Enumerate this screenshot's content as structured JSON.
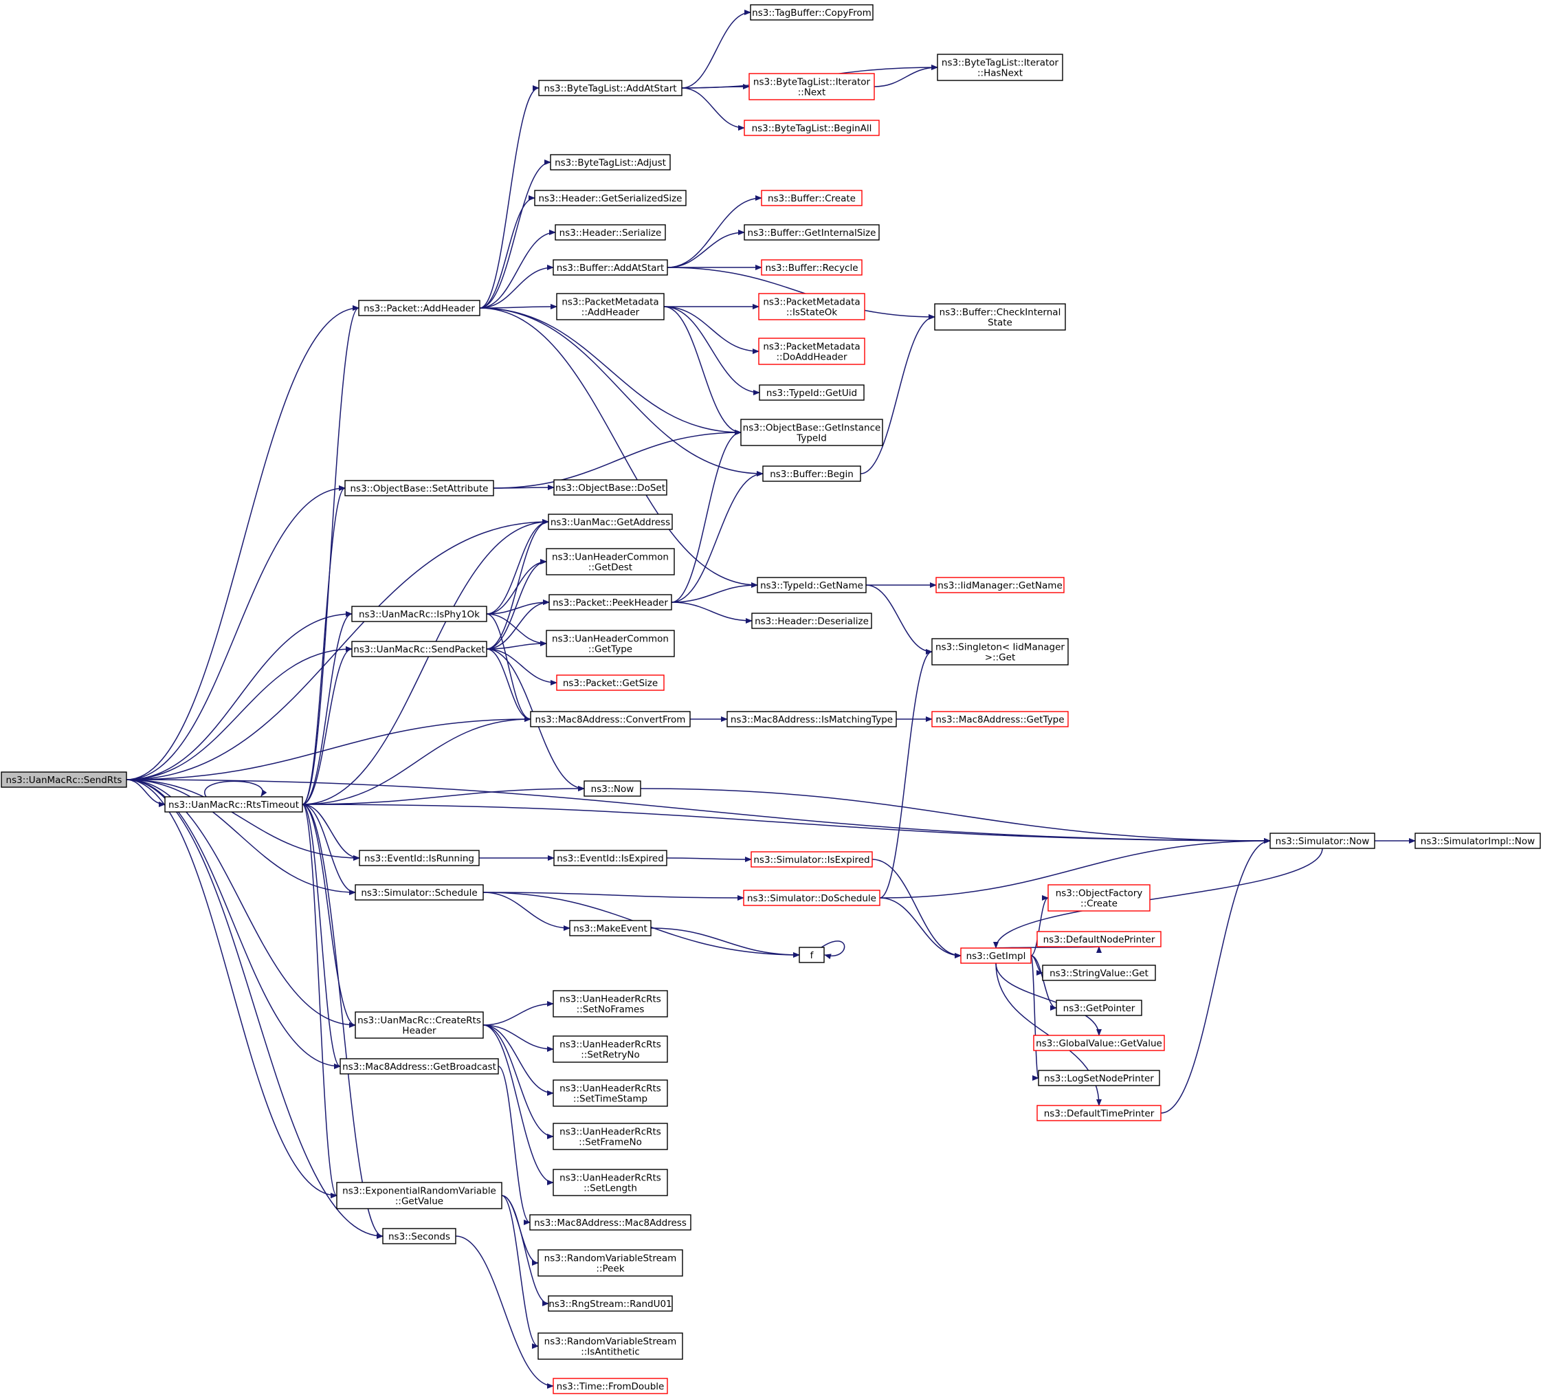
{
  "graph": {
    "title": "",
    "colors": {
      "edge": "#191970",
      "node_border": "#000000",
      "node_border_truncated": "#ff0000",
      "node_fill": "#ffffff",
      "root_fill": "#bfbfbf"
    },
    "nodes": [
      {
        "id": "root",
        "lines": [
          "ns3::UanMacRc::SendRts"
        ],
        "style": "root"
      },
      {
        "id": "tagbuffer_copyfrom",
        "lines": [
          "ns3::TagBuffer::CopyFrom"
        ],
        "style": "normal"
      },
      {
        "id": "btl_iterator_hasnext",
        "lines": [
          "ns3::ByteTagList::Iterator",
          "::HasNext"
        ],
        "style": "normal"
      },
      {
        "id": "btl_addatstart",
        "lines": [
          "ns3::ByteTagList::AddAtStart"
        ],
        "style": "normal"
      },
      {
        "id": "btl_iterator_next",
        "lines": [
          "ns3::ByteTagList::Iterator",
          "::Next"
        ],
        "style": "truncated"
      },
      {
        "id": "btl_beginall",
        "lines": [
          "ns3::ByteTagList::BeginAll"
        ],
        "style": "truncated"
      },
      {
        "id": "btl_adjust",
        "lines": [
          "ns3::ByteTagList::Adjust"
        ],
        "style": "normal"
      },
      {
        "id": "header_getserializedsize",
        "lines": [
          "ns3::Header::GetSerializedSize"
        ],
        "style": "normal"
      },
      {
        "id": "buffer_create",
        "lines": [
          "ns3::Buffer::Create"
        ],
        "style": "truncated"
      },
      {
        "id": "header_serialize",
        "lines": [
          "ns3::Header::Serialize"
        ],
        "style": "normal"
      },
      {
        "id": "buffer_getinternalsize",
        "lines": [
          "ns3::Buffer::GetInternalSize"
        ],
        "style": "normal"
      },
      {
        "id": "buffer_addatstart",
        "lines": [
          "ns3::Buffer::AddAtStart"
        ],
        "style": "normal"
      },
      {
        "id": "buffer_recycle",
        "lines": [
          "ns3::Buffer::Recycle"
        ],
        "style": "truncated"
      },
      {
        "id": "packet_addheader",
        "lines": [
          "ns3::Packet::AddHeader"
        ],
        "style": "normal"
      },
      {
        "id": "pm_addheader",
        "lines": [
          "ns3::PacketMetadata",
          "::AddHeader"
        ],
        "style": "normal"
      },
      {
        "id": "pm_isstateok",
        "lines": [
          "ns3::PacketMetadata",
          "::IsStateOk"
        ],
        "style": "truncated"
      },
      {
        "id": "buffer_checkinternalstate",
        "lines": [
          "ns3::Buffer::CheckInternal",
          "State"
        ],
        "style": "normal"
      },
      {
        "id": "pm_doaddheader",
        "lines": [
          "ns3::PacketMetadata",
          "::DoAddHeader"
        ],
        "style": "truncated"
      },
      {
        "id": "typeid_getuid",
        "lines": [
          "ns3::TypeId::GetUid"
        ],
        "style": "normal"
      },
      {
        "id": "ob_getinstancetypeid",
        "lines": [
          "ns3::ObjectBase::GetInstance",
          "TypeId"
        ],
        "style": "normal"
      },
      {
        "id": "buffer_begin",
        "lines": [
          "ns3::Buffer::Begin"
        ],
        "style": "normal"
      },
      {
        "id": "ob_setattribute",
        "lines": [
          "ns3::ObjectBase::SetAttribute"
        ],
        "style": "normal"
      },
      {
        "id": "ob_doset",
        "lines": [
          "ns3::ObjectBase::DoSet"
        ],
        "style": "normal"
      },
      {
        "id": "uanmac_getaddress",
        "lines": [
          "ns3::UanMac::GetAddress"
        ],
        "style": "normal"
      },
      {
        "id": "uhc_getdest",
        "lines": [
          "ns3::UanHeaderCommon",
          "::GetDest"
        ],
        "style": "normal"
      },
      {
        "id": "typeid_getname",
        "lines": [
          "ns3::TypeId::GetName"
        ],
        "style": "normal"
      },
      {
        "id": "iidmanager_getname",
        "lines": [
          "ns3::IidManager::GetName"
        ],
        "style": "truncated"
      },
      {
        "id": "packet_peekheader",
        "lines": [
          "ns3::Packet::PeekHeader"
        ],
        "style": "normal"
      },
      {
        "id": "uanmacrc_isphy1ok",
        "lines": [
          "ns3::UanMacRc::IsPhy1Ok"
        ],
        "style": "normal"
      },
      {
        "id": "header_deserialize",
        "lines": [
          "ns3::Header::Deserialize"
        ],
        "style": "normal"
      },
      {
        "id": "uhc_gettype",
        "lines": [
          "ns3::UanHeaderCommon",
          "::GetType"
        ],
        "style": "normal"
      },
      {
        "id": "singleton_get",
        "lines": [
          "ns3::Singleton< IidManager",
          " >::Get"
        ],
        "style": "normal"
      },
      {
        "id": "uanmacrc_sendpacket",
        "lines": [
          "ns3::UanMacRc::SendPacket"
        ],
        "style": "normal"
      },
      {
        "id": "packet_getsize",
        "lines": [
          "ns3::Packet::GetSize"
        ],
        "style": "truncated"
      },
      {
        "id": "mac8_convertfrom",
        "lines": [
          "ns3::Mac8Address::ConvertFrom"
        ],
        "style": "normal"
      },
      {
        "id": "mac8_ismatchingtype",
        "lines": [
          "ns3::Mac8Address::IsMatchingType"
        ],
        "style": "normal"
      },
      {
        "id": "mac8_gettype",
        "lines": [
          "ns3::Mac8Address::GetType"
        ],
        "style": "truncated"
      },
      {
        "id": "ns3_now",
        "lines": [
          "ns3::Now"
        ],
        "style": "normal"
      },
      {
        "id": "uanmacrc_rtstimeout",
        "lines": [
          "ns3::UanMacRc::RtsTimeout"
        ],
        "style": "normal"
      },
      {
        "id": "simulator_now",
        "lines": [
          "ns3::Simulator::Now"
        ],
        "style": "normal"
      },
      {
        "id": "simulatorimpl_now",
        "lines": [
          "ns3::SimulatorImpl::Now"
        ],
        "style": "normal"
      },
      {
        "id": "eventid_isrunning",
        "lines": [
          "ns3::EventId::IsRunning"
        ],
        "style": "normal"
      },
      {
        "id": "eventid_isexpired",
        "lines": [
          "ns3::EventId::IsExpired"
        ],
        "style": "normal"
      },
      {
        "id": "simulator_isexpired",
        "lines": [
          "ns3::Simulator::IsExpired"
        ],
        "style": "truncated"
      },
      {
        "id": "simulator_schedule",
        "lines": [
          "ns3::Simulator::Schedule"
        ],
        "style": "normal"
      },
      {
        "id": "simulator_doschedule",
        "lines": [
          "ns3::Simulator::DoSchedule"
        ],
        "style": "truncated"
      },
      {
        "id": "objectfactory_create",
        "lines": [
          "ns3::ObjectFactory",
          "::Create"
        ],
        "style": "truncated"
      },
      {
        "id": "makeevent",
        "lines": [
          "ns3::MakeEvent"
        ],
        "style": "normal"
      },
      {
        "id": "f",
        "lines": [
          "f"
        ],
        "style": "normal"
      },
      {
        "id": "defaultnodeprinter",
        "lines": [
          "ns3::DefaultNodePrinter"
        ],
        "style": "truncated"
      },
      {
        "id": "getimpl",
        "lines": [
          "ns3::GetImpl"
        ],
        "style": "truncated"
      },
      {
        "id": "stringvalue_get",
        "lines": [
          "ns3::StringValue::Get"
        ],
        "style": "normal"
      },
      {
        "id": "uhrr_setnoframes",
        "lines": [
          "ns3::UanHeaderRcRts",
          "::SetNoFrames"
        ],
        "style": "normal"
      },
      {
        "id": "uanmacrc_creatertsheader",
        "lines": [
          "ns3::UanMacRc::CreateRts",
          "Header"
        ],
        "style": "normal"
      },
      {
        "id": "getpointer",
        "lines": [
          "ns3::GetPointer"
        ],
        "style": "normal"
      },
      {
        "id": "uhrr_setretryno",
        "lines": [
          "ns3::UanHeaderRcRts",
          "::SetRetryNo"
        ],
        "style": "normal"
      },
      {
        "id": "globalvalue_getvalue",
        "lines": [
          "ns3::GlobalValue::GetValue"
        ],
        "style": "truncated"
      },
      {
        "id": "mac8_getbroadcast",
        "lines": [
          "ns3::Mac8Address::GetBroadcast"
        ],
        "style": "normal"
      },
      {
        "id": "logsetnodeprinter",
        "lines": [
          "ns3::LogSetNodePrinter"
        ],
        "style": "normal"
      },
      {
        "id": "uhrr_settimestamp",
        "lines": [
          "ns3::UanHeaderRcRts",
          "::SetTimeStamp"
        ],
        "style": "normal"
      },
      {
        "id": "defaulttimeprinter",
        "lines": [
          "ns3::DefaultTimePrinter"
        ],
        "style": "truncated"
      },
      {
        "id": "uhrr_setframeno",
        "lines": [
          "ns3::UanHeaderRcRts",
          "::SetFrameNo"
        ],
        "style": "normal"
      },
      {
        "id": "uhrr_setlength",
        "lines": [
          "ns3::UanHeaderRcRts",
          "::SetLength"
        ],
        "style": "normal"
      },
      {
        "id": "erv_getvalue",
        "lines": [
          "ns3::ExponentialRandomVariable",
          "::GetValue"
        ],
        "style": "normal"
      },
      {
        "id": "mac8_mac8address",
        "lines": [
          "ns3::Mac8Address::Mac8Address"
        ],
        "style": "normal"
      },
      {
        "id": "seconds",
        "lines": [
          "ns3::Seconds"
        ],
        "style": "normal"
      },
      {
        "id": "rvs_peek",
        "lines": [
          "ns3::RandomVariableStream",
          "::Peek"
        ],
        "style": "normal"
      },
      {
        "id": "rngstream_randu01",
        "lines": [
          "ns3::RngStream::RandU01"
        ],
        "style": "normal"
      },
      {
        "id": "rvs_isantithetic",
        "lines": [
          "ns3::RandomVariableStream",
          "::IsAntithetic"
        ],
        "style": "normal"
      },
      {
        "id": "time_fromdouble",
        "lines": [
          "ns3::Time::FromDouble"
        ],
        "style": "truncated"
      }
    ],
    "edges": [
      [
        "root",
        "packet_addheader"
      ],
      [
        "root",
        "ob_setattribute"
      ],
      [
        "root",
        "uanmac_getaddress"
      ],
      [
        "root",
        "uanmacrc_isphy1ok"
      ],
      [
        "root",
        "uanmacrc_sendpacket"
      ],
      [
        "root",
        "mac8_convertfrom"
      ],
      [
        "root",
        "simulator_now"
      ],
      [
        "root",
        "uanmacrc_rtstimeout"
      ],
      [
        "root",
        "eventid_isrunning"
      ],
      [
        "root",
        "simulator_schedule"
      ],
      [
        "root",
        "uanmacrc_creatertsheader"
      ],
      [
        "root",
        "mac8_getbroadcast"
      ],
      [
        "root",
        "erv_getvalue"
      ],
      [
        "root",
        "seconds"
      ],
      [
        "btl_addatstart",
        "tagbuffer_copyfrom"
      ],
      [
        "btl_addatstart",
        "btl_iterator_hasnext"
      ],
      [
        "btl_addatstart",
        "btl_iterator_next"
      ],
      [
        "btl_addatstart",
        "btl_beginall"
      ],
      [
        "btl_iterator_next",
        "btl_iterator_hasnext"
      ],
      [
        "packet_addheader",
        "btl_addatstart"
      ],
      [
        "packet_addheader",
        "btl_adjust"
      ],
      [
        "packet_addheader",
        "header_getserializedsize"
      ],
      [
        "packet_addheader",
        "header_serialize"
      ],
      [
        "packet_addheader",
        "buffer_addatstart"
      ],
      [
        "packet_addheader",
        "pm_addheader"
      ],
      [
        "packet_addheader",
        "ob_getinstancetypeid"
      ],
      [
        "packet_addheader",
        "buffer_begin"
      ],
      [
        "packet_addheader",
        "typeid_getname"
      ],
      [
        "buffer_addatstart",
        "buffer_create"
      ],
      [
        "buffer_addatstart",
        "buffer_getinternalsize"
      ],
      [
        "buffer_addatstart",
        "buffer_recycle"
      ],
      [
        "buffer_addatstart",
        "buffer_checkinternalstate"
      ],
      [
        "pm_addheader",
        "pm_isstateok"
      ],
      [
        "pm_addheader",
        "pm_doaddheader"
      ],
      [
        "pm_addheader",
        "typeid_getuid"
      ],
      [
        "pm_addheader",
        "ob_getinstancetypeid"
      ],
      [
        "buffer_begin",
        "buffer_checkinternalstate"
      ],
      [
        "ob_setattribute",
        "ob_doset"
      ],
      [
        "ob_setattribute",
        "ob_getinstancetypeid"
      ],
      [
        "uanmacrc_isphy1ok",
        "uanmac_getaddress"
      ],
      [
        "uanmacrc_isphy1ok",
        "uhc_getdest"
      ],
      [
        "uanmacrc_isphy1ok",
        "packet_peekheader"
      ],
      [
        "uanmacrc_isphy1ok",
        "uhc_gettype"
      ],
      [
        "uanmacrc_isphy1ok",
        "mac8_convertfrom"
      ],
      [
        "uanmacrc_sendpacket",
        "uanmac_getaddress"
      ],
      [
        "uanmacrc_sendpacket",
        "uhc_getdest"
      ],
      [
        "uanmacrc_sendpacket",
        "packet_peekheader"
      ],
      [
        "uanmacrc_sendpacket",
        "uhc_gettype"
      ],
      [
        "uanmacrc_sendpacket",
        "packet_getsize"
      ],
      [
        "uanmacrc_sendpacket",
        "mac8_convertfrom"
      ],
      [
        "uanmacrc_sendpacket",
        "ns3_now"
      ],
      [
        "packet_peekheader",
        "typeid_getname"
      ],
      [
        "packet_peekheader",
        "header_deserialize"
      ],
      [
        "packet_peekheader",
        "ob_getinstancetypeid"
      ],
      [
        "packet_peekheader",
        "buffer_begin"
      ],
      [
        "typeid_getname",
        "iidmanager_getname"
      ],
      [
        "typeid_getname",
        "singleton_get"
      ],
      [
        "mac8_convertfrom",
        "mac8_ismatchingtype"
      ],
      [
        "mac8_ismatchingtype",
        "mac8_gettype"
      ],
      [
        "uanmacrc_rtstimeout",
        "uanmacrc_rtstimeout"
      ],
      [
        "uanmacrc_rtstimeout",
        "packet_addheader"
      ],
      [
        "uanmacrc_rtstimeout",
        "ob_setattribute"
      ],
      [
        "uanmacrc_rtstimeout",
        "uanmac_getaddress"
      ],
      [
        "uanmacrc_rtstimeout",
        "uanmacrc_isphy1ok"
      ],
      [
        "uanmacrc_rtstimeout",
        "uanmacrc_sendpacket"
      ],
      [
        "uanmacrc_rtstimeout",
        "mac8_convertfrom"
      ],
      [
        "uanmacrc_rtstimeout",
        "ns3_now"
      ],
      [
        "uanmacrc_rtstimeout",
        "simulator_now"
      ],
      [
        "uanmacrc_rtstimeout",
        "eventid_isrunning"
      ],
      [
        "uanmacrc_rtstimeout",
        "simulator_schedule"
      ],
      [
        "uanmacrc_rtstimeout",
        "uanmacrc_creatertsheader"
      ],
      [
        "uanmacrc_rtstimeout",
        "mac8_getbroadcast"
      ],
      [
        "uanmacrc_rtstimeout",
        "erv_getvalue"
      ],
      [
        "uanmacrc_rtstimeout",
        "seconds"
      ],
      [
        "ns3_now",
        "simulator_now"
      ],
      [
        "simulator_now",
        "simulatorimpl_now"
      ],
      [
        "simulator_now",
        "getimpl"
      ],
      [
        "eventid_isrunning",
        "eventid_isexpired"
      ],
      [
        "eventid_isexpired",
        "simulator_isexpired"
      ],
      [
        "simulator_isexpired",
        "getimpl"
      ],
      [
        "simulator_schedule",
        "simulator_doschedule"
      ],
      [
        "simulator_schedule",
        "makeevent"
      ],
      [
        "simulator_schedule",
        "f"
      ],
      [
        "simulator_doschedule",
        "singleton_get"
      ],
      [
        "simulator_doschedule",
        "getimpl"
      ],
      [
        "simulator_doschedule",
        "simulator_now"
      ],
      [
        "makeevent",
        "f"
      ],
      [
        "f",
        "f"
      ],
      [
        "getimpl",
        "objectfactory_create"
      ],
      [
        "getimpl",
        "defaultnodeprinter"
      ],
      [
        "getimpl",
        "stringvalue_get"
      ],
      [
        "getimpl",
        "getpointer"
      ],
      [
        "getimpl",
        "globalvalue_getvalue"
      ],
      [
        "getimpl",
        "logsetnodeprinter"
      ],
      [
        "getimpl",
        "defaulttimeprinter"
      ],
      [
        "defaulttimeprinter",
        "simulator_now"
      ],
      [
        "uanmacrc_creatertsheader",
        "uhrr_setnoframes"
      ],
      [
        "uanmacrc_creatertsheader",
        "uhrr_setretryno"
      ],
      [
        "uanmacrc_creatertsheader",
        "uhrr_settimestamp"
      ],
      [
        "uanmacrc_creatertsheader",
        "uhrr_setframeno"
      ],
      [
        "uanmacrc_creatertsheader",
        "uhrr_setlength"
      ],
      [
        "mac8_getbroadcast",
        "mac8_mac8address"
      ],
      [
        "erv_getvalue",
        "rvs_peek"
      ],
      [
        "erv_getvalue",
        "rngstream_randu01"
      ],
      [
        "erv_getvalue",
        "rvs_isantithetic"
      ],
      [
        "seconds",
        "time_fromdouble"
      ]
    ]
  }
}
